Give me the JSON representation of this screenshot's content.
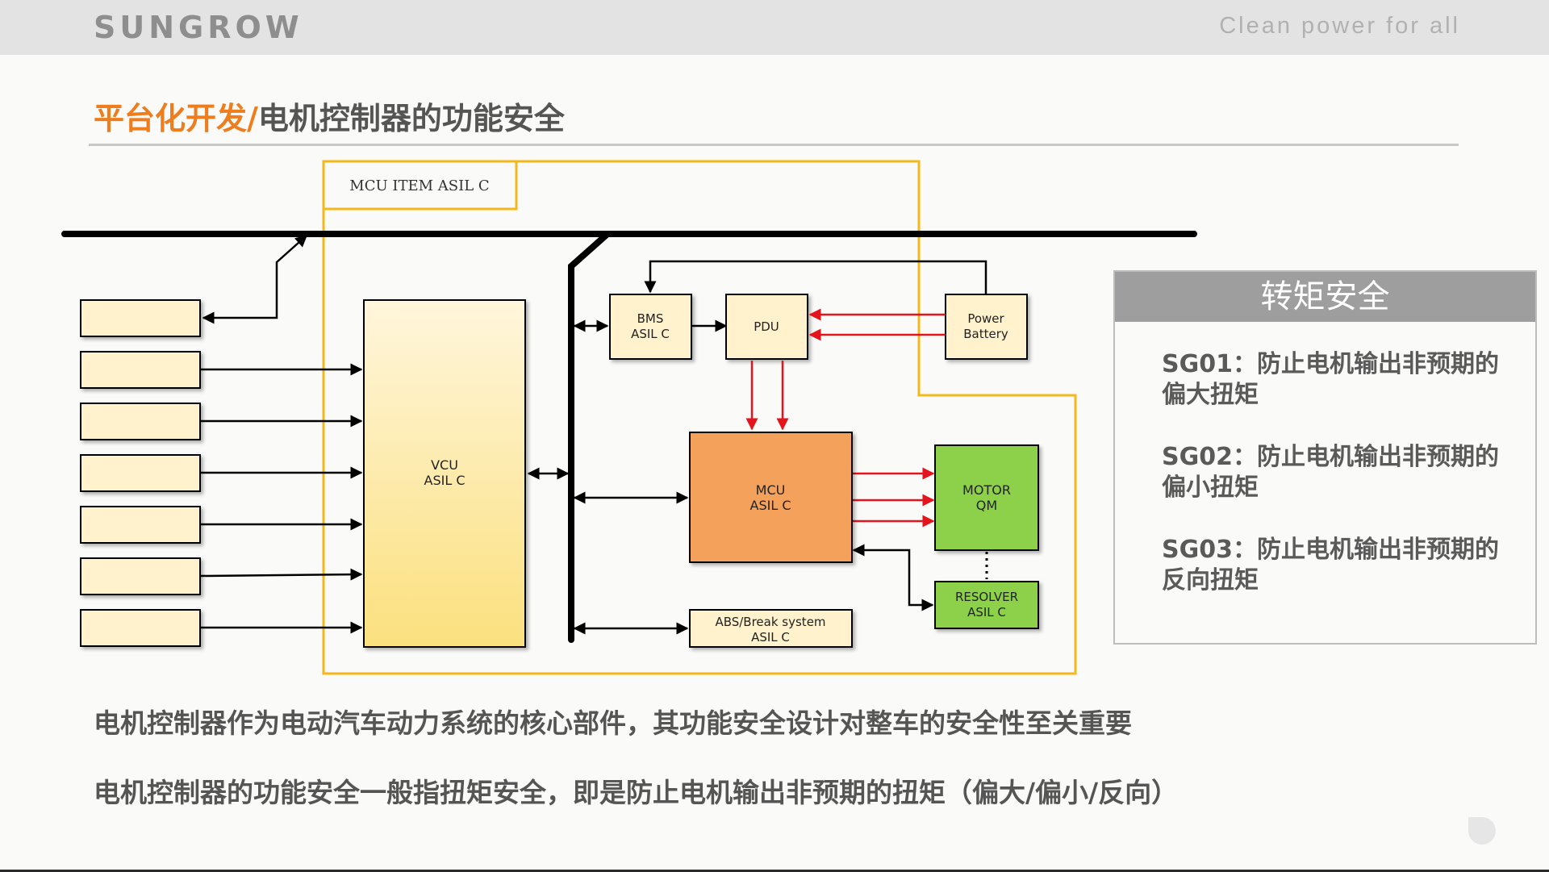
{
  "header": {
    "logo": "SUNGROW",
    "slogan": "Clean  power  for  all"
  },
  "title": {
    "part1": "平台化开发/",
    "part2": "电机控制器的功能安全"
  },
  "diagram": {
    "item_label": "MCU ITEM ASIL C",
    "nodes": {
      "vcu": [
        "VCU",
        "ASIL C"
      ],
      "bms": [
        "BMS",
        "ASIL C"
      ],
      "pdu": [
        "PDU"
      ],
      "battery": [
        "Power",
        "Battery"
      ],
      "mcu": [
        "MCU",
        "ASIL C"
      ],
      "motor": [
        "MOTOR",
        "QM"
      ],
      "resolver": [
        "RESOLVER",
        "ASIL C"
      ],
      "abs": [
        "ABS/Break system",
        "ASIL C"
      ]
    },
    "colors": {
      "item_border": "#f4b81a",
      "light_box": "#fff2cc",
      "mcu": "#f4a15c",
      "motor": "#8cd14a",
      "power_arrow": "#e3141c"
    }
  },
  "safety_panel": {
    "heading": "转矩安全",
    "goals": [
      {
        "line1": "SG01：防止电机输出非预期的",
        "line2": "偏大扭矩"
      },
      {
        "line1": "SG02：防止电机输出非预期的",
        "line2": "偏小扭矩"
      },
      {
        "line1": "SG03：防止电机输出非预期的",
        "line2": "反向扭矩"
      }
    ]
  },
  "paragraphs": [
    "电机控制器作为电动汽车动力系统的核心部件，其功能安全设计对整车的安全性至关重要",
    "电机控制器的功能安全一般指扭矩安全，即是防止电机输出非预期的扭矩（偏大/偏小/反向）"
  ]
}
